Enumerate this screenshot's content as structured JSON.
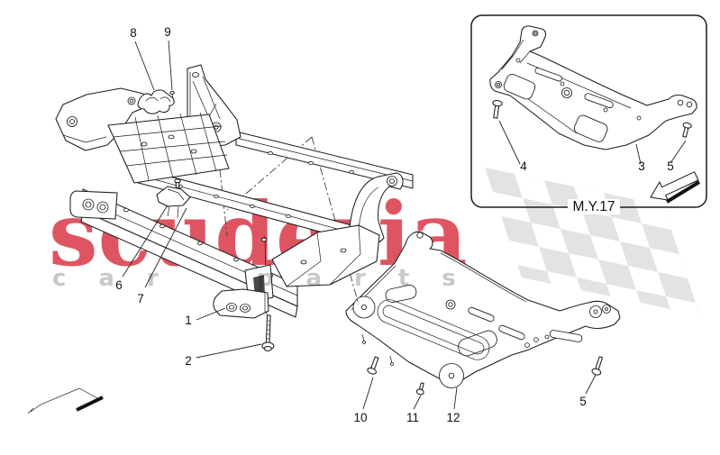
{
  "watermark": {
    "brand": "scuderia",
    "tagline": "car parts",
    "brand_color": "#de5561",
    "tagline_color": "#c9c9c9"
  },
  "inset": {
    "model_year_label": "M.Y.17"
  },
  "callouts": {
    "n1": "1",
    "n2": "2",
    "n3": "3",
    "n4": "4",
    "n5": "5",
    "n6": "6",
    "n7": "7",
    "n8": "8",
    "n9": "9",
    "n10": "10",
    "n11": "11",
    "n12": "12"
  },
  "colors": {
    "line": "#1c1c1c",
    "flag_checker": "#e3e3e3",
    "page_background": "#ffffff"
  }
}
